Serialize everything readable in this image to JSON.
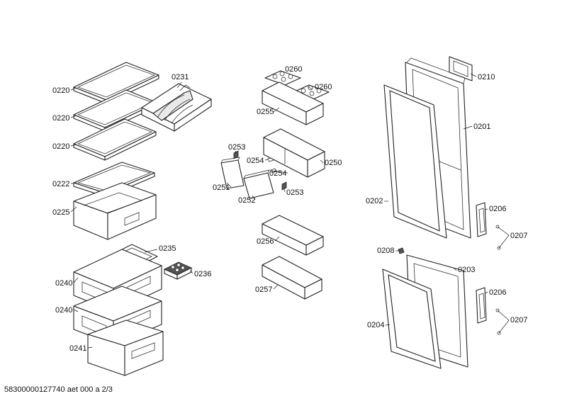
{
  "footer": {
    "text": "58300000127740 aet 000 a 2/3"
  },
  "callouts": {
    "shelf_1": "0220",
    "shelf_2": "0220",
    "shelf_3": "0220",
    "shelf_4": "0222",
    "crisper_tray": "0225",
    "bottle_holder": "0231",
    "drawer_lid": "0235",
    "ice_tray": "0236",
    "drawer_1": "0240",
    "drawer_2": "0240",
    "drawer_3": "0241",
    "egg_tray_a": "0260",
    "egg_tray_b": "0260",
    "door_rack_top": "0255",
    "clip_a": "0253",
    "clip_b": "0253",
    "pin_a": "0254",
    "pin_b": "0254",
    "flap_left": "0251",
    "flap_right": "0252",
    "door_rack_mid": "0250",
    "door_rack_lower": "0256",
    "door_rack_bottom": "0257",
    "handle_cover": "0210",
    "door_upper": "0201",
    "gasket_upper": "0202",
    "hinge_upper": "0206",
    "hinge_lower": "0206",
    "screws_upper": "0207",
    "screws_lower": "0207",
    "hinge_pin": "0208",
    "door_lower": "0203",
    "gasket_lower": "0204"
  }
}
